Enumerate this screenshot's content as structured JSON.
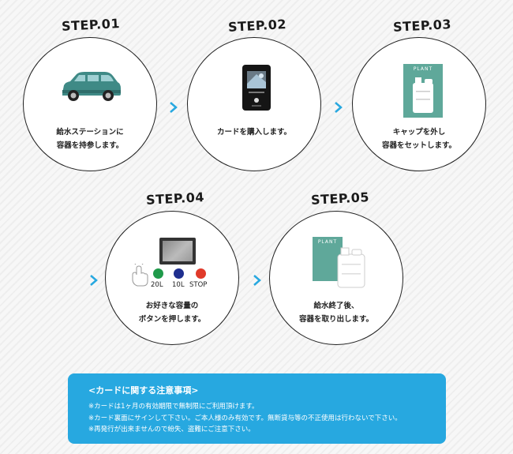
{
  "steps": [
    {
      "label": "STEP.01",
      "caption": [
        "給水ステーションに",
        "容器を持参します。"
      ],
      "icon": "car-icon"
    },
    {
      "label": "STEP.02",
      "caption": [
        "カードを購入します。"
      ],
      "icon": "card-icon"
    },
    {
      "label": "STEP.03",
      "caption": [
        "キャップを外し",
        "容器をセットします。"
      ],
      "icon": "water-container-icon",
      "brand": "PLANT"
    },
    {
      "label": "STEP.04",
      "caption": [
        "お好きな容量の",
        "ボタンを押します。"
      ],
      "icon": "control-panel-icon",
      "buttons": [
        {
          "label": "20L",
          "color": "#1f9a4a"
        },
        {
          "label": "10L",
          "color": "#1f2f8f"
        },
        {
          "label": "STOP",
          "color": "#e03a2a"
        }
      ]
    },
    {
      "label": "STEP.05",
      "caption": [
        "給水終了後、",
        "容器を取り出します。"
      ],
      "icon": "water-container-icon",
      "brand": "PLANT"
    }
  ],
  "notice": {
    "title": "<カードに関する注意事項>",
    "lines": [
      "※カードは1ヶ月の有効期限で無制限にご利用頂けます。",
      "※カード裏面にサインして下さい。ご本人様のみ有効です。無断貸与等の不正使用は行わないで下さい。",
      "※再発行が出来ませんので紛失、盗難にご注意下さい。"
    ]
  },
  "colors": {
    "accent": "#27a8e0",
    "teal": "#5fa89a",
    "car": "#3f8a86"
  }
}
